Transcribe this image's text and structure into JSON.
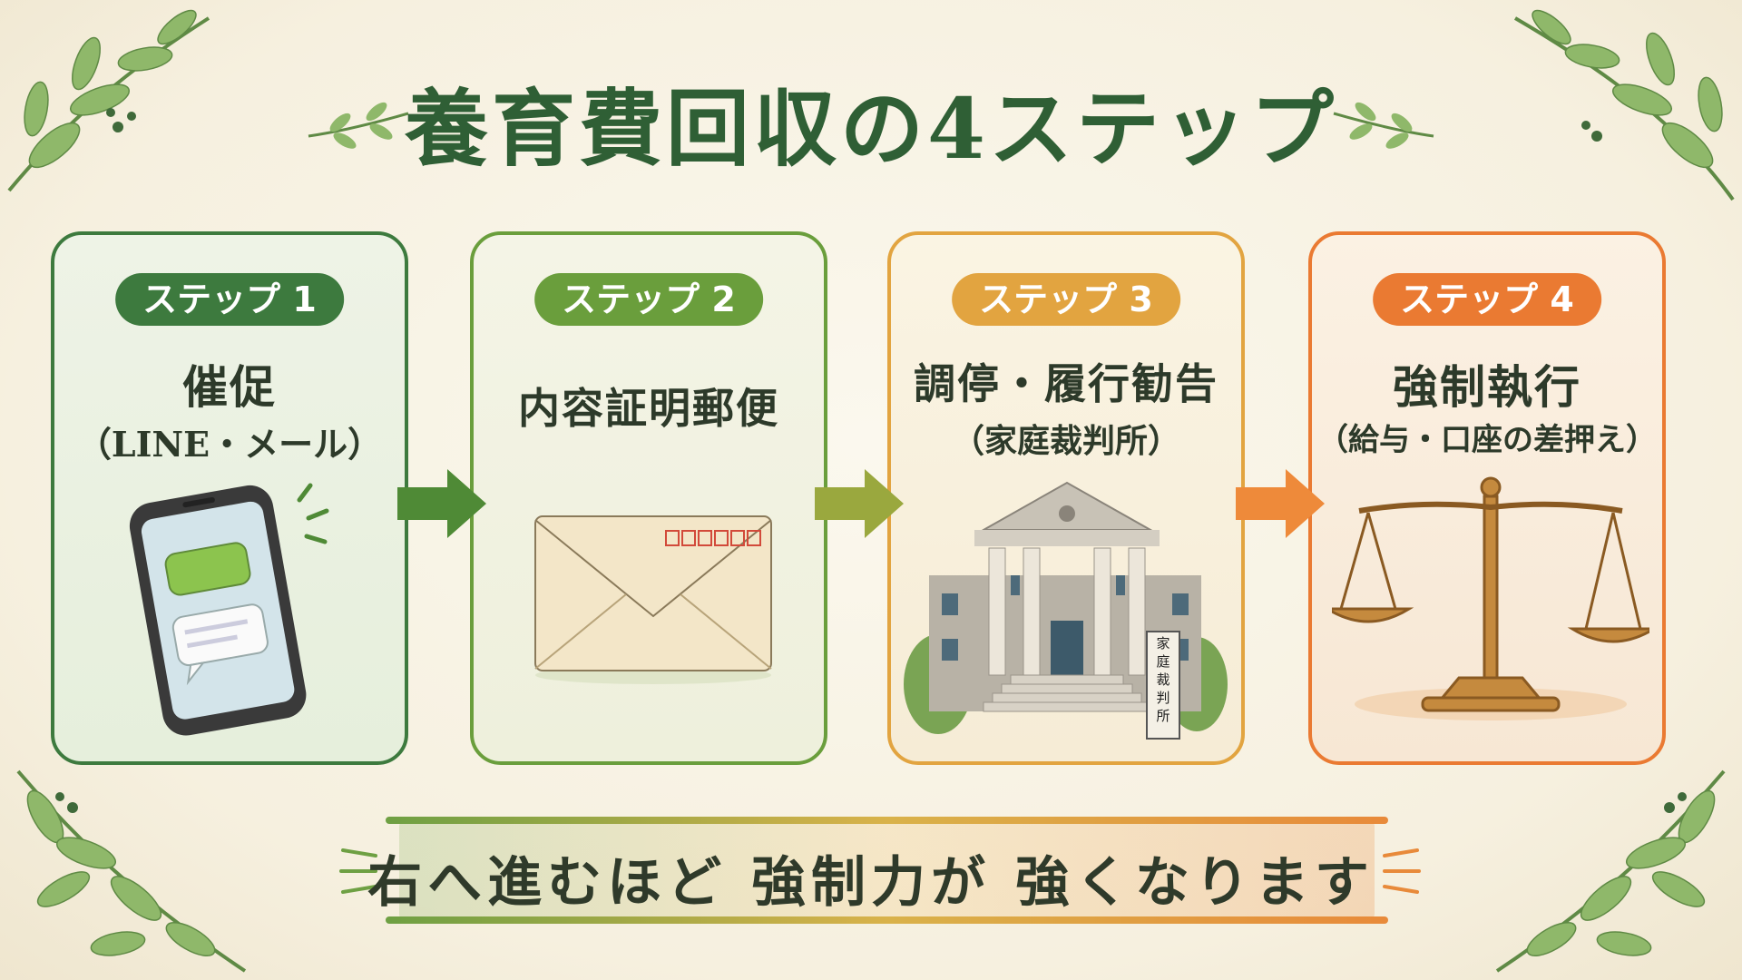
{
  "title": "養育費回収の4ステップ",
  "steps": [
    {
      "badge": "ステップ 1",
      "heading": "催促",
      "sub": "（LINE・メール）",
      "color": "#3d7a3e",
      "icon": "smartphone-chat-icon"
    },
    {
      "badge": "ステップ 2",
      "heading": "内容証明郵便",
      "sub": "",
      "color": "#6a9e3c",
      "icon": "envelope-icon"
    },
    {
      "badge": "ステップ 3",
      "heading": "調停・履行勧告",
      "sub": "（家庭裁判所）",
      "color": "#e2a440",
      "icon": "courthouse-icon",
      "sign": "家庭裁判所"
    },
    {
      "badge": "ステップ 4",
      "heading": "強制執行",
      "sub": "（給与・口座の差押え）",
      "color": "#ea7a32",
      "icon": "scales-of-justice-icon"
    }
  ],
  "footer": "右へ進むほど 強制力が 強くなります"
}
